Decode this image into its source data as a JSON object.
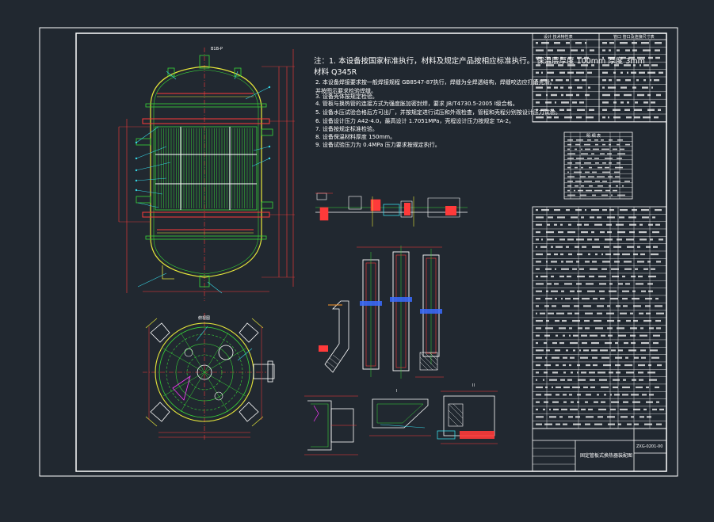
{
  "drawing": {
    "background": "#212830",
    "frame_color": "#ffffff",
    "line_colors": {
      "green": "#39d639",
      "yellow": "#e8e83a",
      "red": "#ff3a3a",
      "cyan": "#37d7e6",
      "blue": "#3a6bff",
      "magenta": "#ff3aff",
      "orange": "#ff9a2a"
    },
    "view_labels": {
      "section_top": "B1B-P",
      "plan_view": "俯视图",
      "detail_a": "I",
      "detail_b": "II"
    },
    "notes": {
      "title_prefix": "注：",
      "lines": [
        "1. 本设备按国家标准执行，材料及规定产品按相应标准执行。 保温层厚度  100mm  厚度  3mm",
        "材料  Q345R",
        "2. 本设备焊接要求按一般焊接规程  GB8547-87执行，焊缝为全焊透结构，焊缝咬边应打磨光滑。",
        "并按图示要求检验焊缝。",
        "3. 设备壳体按规定检验。",
        "4. 管板与换热管的连接方式为强度胀加密封焊，要求  JB/T4730.5-2005  I级合格。",
        "5. 设备水压试验合格后方可出厂，并按规定进行试压和外观检查，管程和壳程分别按设计压力试验。",
        "6. 设备设计压力  A42-4.0，最高设计  1.7051MPa，壳程设计压力按规定  TA-2。",
        "7. 设备按规定标准检验。",
        "8. 设备保温材料厚度  150mm。",
        "9. 设备试验压力为  0.4MPa  压力要求按规定执行。"
      ]
    },
    "title_block": {
      "header_left": "设计  技术特性表",
      "header_right": "管口  管口及连接尺寸表",
      "parts_header": "明 细 表",
      "footer_title": "固定管板式换热器装配图",
      "footer_code": "ZXG-0201-00"
    },
    "tech_rows": 11,
    "nozzle_rows": 11,
    "small_table_rows": 14,
    "parts_rows": 30
  }
}
